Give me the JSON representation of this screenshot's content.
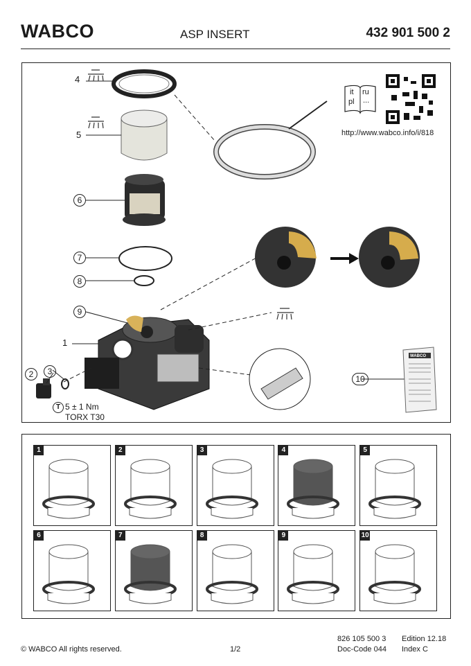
{
  "header": {
    "logo": "WABCO",
    "title": "ASP INSERT",
    "part_number": "432 901 500 2"
  },
  "diagram": {
    "callouts": {
      "c1": "1",
      "c2": "2",
      "c3": "3",
      "c4": "4",
      "c5": "5",
      "c6": "6",
      "c7": "7",
      "c8": "8",
      "c9": "9",
      "c10": "10"
    },
    "torque": "5 ± 1 Nm",
    "torque_symbol": "T",
    "tool": "TORX T30",
    "languages": {
      "it": "it",
      "ru": "ru",
      "pl": "pl",
      "more": "..."
    },
    "url": "http://www.wabco.info/i/818",
    "leaflet_brand": "WABCO"
  },
  "steps": [
    "1",
    "2",
    "3",
    "4",
    "5",
    "6",
    "7",
    "8",
    "9",
    "10"
  ],
  "footer": {
    "copyright": "© WABCO All rights reserved.",
    "page": "1/2",
    "doc_number": "826 105 500 3",
    "doc_code": "Doc-Code 044",
    "edition": "Edition 12.18",
    "index": "Index C"
  }
}
